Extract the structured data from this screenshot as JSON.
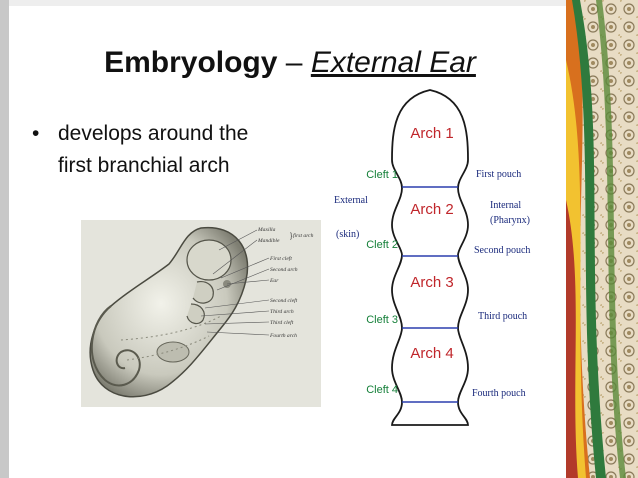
{
  "title": {
    "main": "Embryology",
    "dash": "–",
    "subtitle": "External Ear"
  },
  "bullet": {
    "glyph": "•",
    "line1": "develops around the",
    "line2": "first branchial arch"
  },
  "embryo_labels": {
    "maxilla": "Maxilla",
    "mandible": "Mandible",
    "first_arch": "first arch",
    "first_cleft": "First cleft",
    "second_arch": "Second arch",
    "ear": "Ear",
    "second_cleft": "Second cleft",
    "third_arch": "Third arch",
    "third_cleft": "Third cleft",
    "fourth_arch": "Fourth arch"
  },
  "diagram": {
    "arches": [
      "Arch 1",
      "Arch 2",
      "Arch 3",
      "Arch 4"
    ],
    "clefts": [
      "Cleft 1",
      "Cleft 2",
      "Cleft 3",
      "Cleft 4"
    ],
    "external": "External",
    "skin": "(skin)",
    "first_pouch": "First pouch",
    "internal": "Internal",
    "pharynx": "(Pharynx)",
    "second_pouch": "Second pouch",
    "third_pouch": "Third pouch",
    "fourth_pouch": "Fourth pouch"
  },
  "colors": {
    "arch_text": "#c0262b",
    "cleft_text": "#16803a",
    "pouch_text": "#1a2a7c",
    "divider": "#2b3fae",
    "outline": "#1a1a1a"
  }
}
